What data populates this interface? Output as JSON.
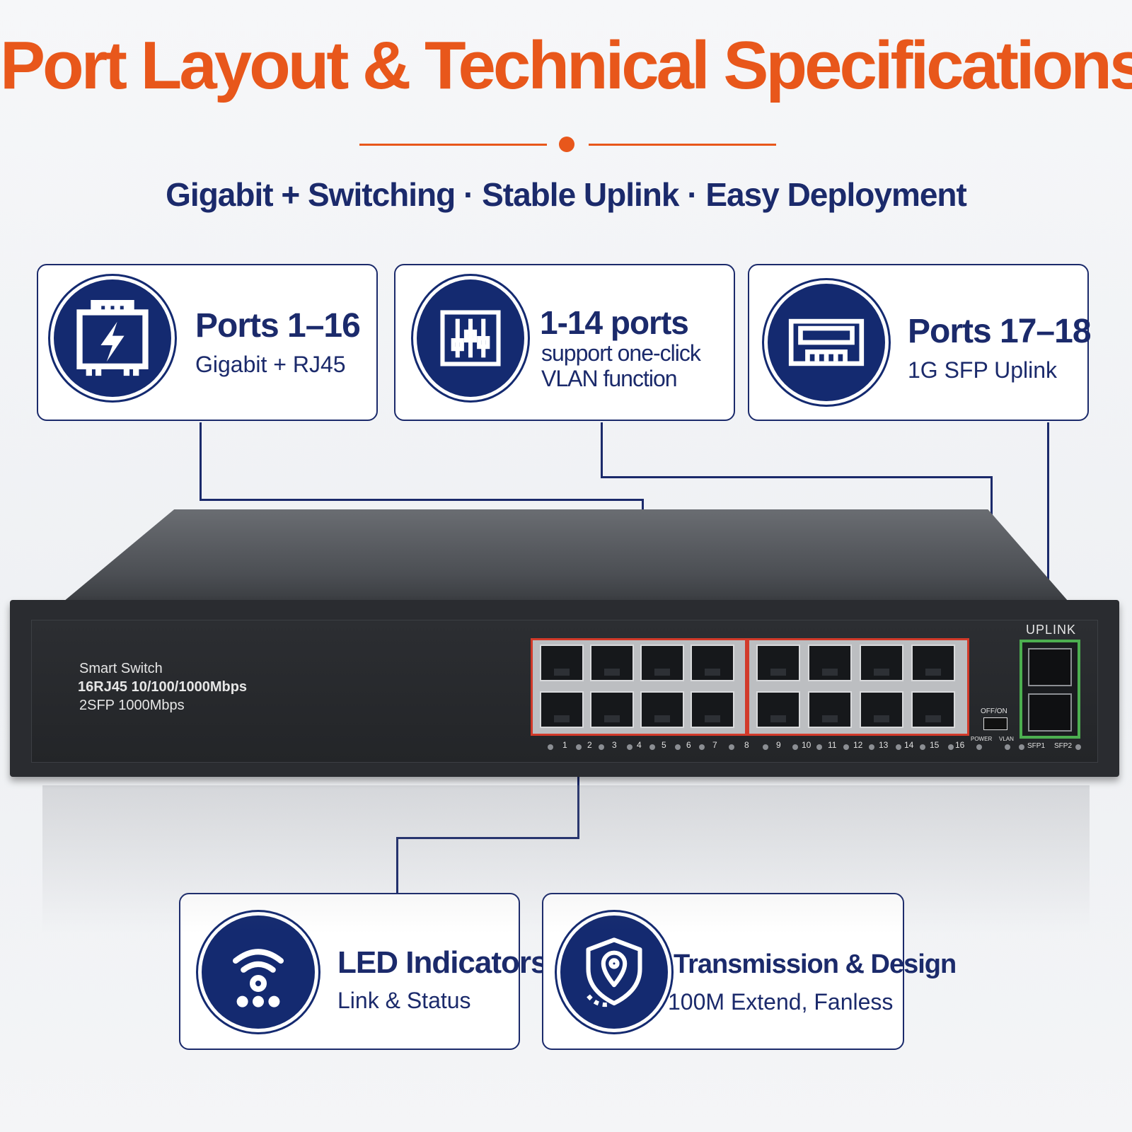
{
  "title": "Port Layout & Technical Specifications",
  "subtitle": "Gigabit + Switching · Stable Uplink · Easy Deployment",
  "colors": {
    "accent": "#e8571b",
    "navy": "#1b2a6b"
  },
  "cards": [
    {
      "title": "Ports 1–16",
      "subtitle": "Gigabit + RJ45",
      "icon": "ethernet-port-icon"
    },
    {
      "title": "1-14 ports",
      "subtitle_line1": "support one-click",
      "subtitle_line2": "VLAN function",
      "icon": "sliders-icon"
    },
    {
      "title": "Ports 17–18",
      "subtitle": "1G SFP Uplink",
      "icon": "sfp-module-icon"
    },
    {
      "title": "LED Indicators",
      "subtitle": "Link & Status",
      "icon": "wifi-signal-icon"
    },
    {
      "title": "Transmission & Design",
      "subtitle": "100M Extend, Fanless",
      "icon": "shield-location-icon"
    }
  ],
  "device": {
    "name": "Smart Switch",
    "spec1": "16RJ45 10/100/1000Mbps",
    "spec2": "2SFP 1000Mbps",
    "uplink_label": "UPLINK",
    "switch_label": "OFF/ON",
    "power_label": "POWER",
    "vlan_label": "VLAN",
    "sfp1_label": "SFP1",
    "sfp2_label": "SFP2",
    "port_numbers": [
      "1",
      "2",
      "3",
      "4",
      "5",
      "6",
      "7",
      "8",
      "9",
      "10",
      "11",
      "12",
      "13",
      "14",
      "15",
      "16"
    ]
  }
}
